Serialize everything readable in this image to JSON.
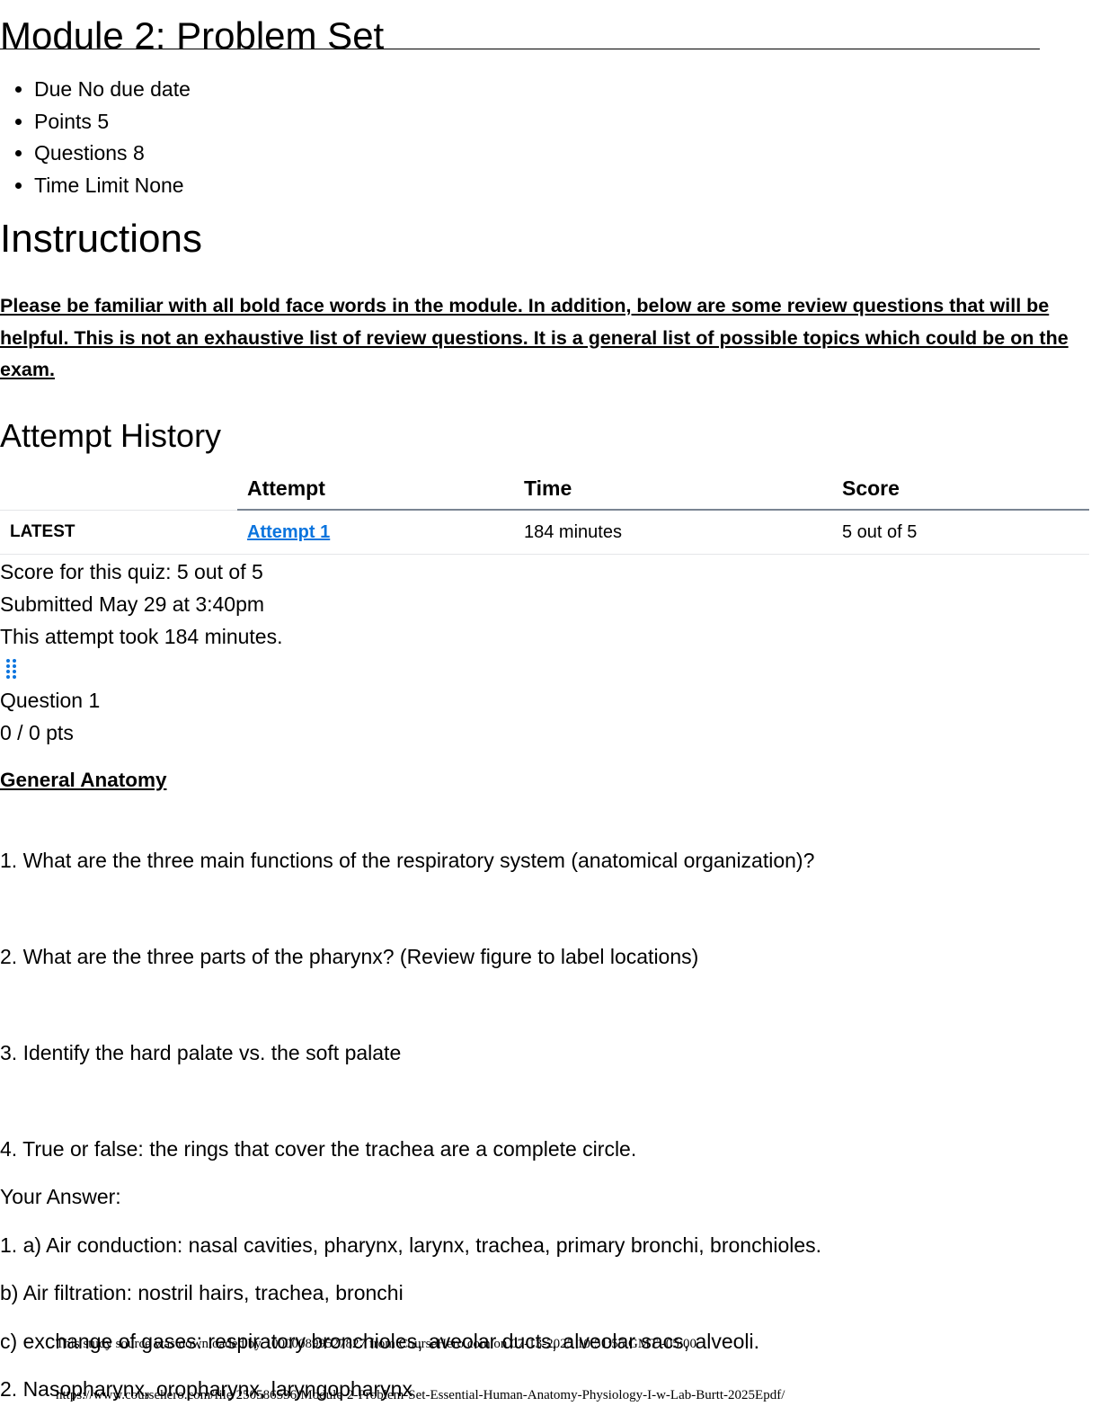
{
  "header": {
    "title": "Module 2: Problem Set"
  },
  "meta": {
    "items": [
      "Due No due date",
      "Points 5",
      "Questions 8",
      "Time Limit None"
    ]
  },
  "instructions": {
    "heading": "Instructions",
    "text": "Please be familiar with all bold face words in the module. In addition, below are some review questions that will be helpful. This is not an exhaustive list of review questions. It is a general list of possible topics which could be on the exam."
  },
  "attempt_history": {
    "heading": "Attempt History",
    "columns": [
      "",
      "Attempt",
      "Time",
      "Score"
    ],
    "rows": [
      {
        "label": "LATEST",
        "attempt": "Attempt 1",
        "time": "184 minutes",
        "score": "5 out of 5"
      }
    ]
  },
  "summary": {
    "score": "Score for this quiz: 5 out of 5",
    "submitted": "Submitted May 29 at 3:40pm",
    "duration": "This attempt took 184 minutes."
  },
  "question": {
    "title": "Question 1",
    "points": "0 / 0 pts",
    "section": "General Anatomy",
    "items": [
      "1. What are the three main functions of the respiratory system (anatomical organization)?",
      "2. What are the three parts of the pharynx? (Review figure to label locations)",
      "3. Identify the hard palate vs. the soft palate",
      "4. True or false: the rings that cover the trachea are a complete circle."
    ],
    "answer_label": "Your Answer:",
    "answers": [
      "1. a) Air conduction: nasal cavities, pharynx, larynx, trachea, primary bronchi, bronchioles.",
      "b) Air filtration: nostril hairs, trachea, bronchi",
      "c) exchange of gases: respiratory bronchioles, aveolar ducts, alveolar sacs, alveoli.",
      "2. Nasopharynx, oropharynx, laryngopharynx"
    ]
  },
  "footer": {
    "notice": "This study source was downloaded by 100000899527827 from CourseHero.com on 07-13-2025 10:51:55 GMT -05:00",
    "url": "https://www.coursehero.com/file/250586536/Module-2-Problem-Set-Essential-Human-Anatomy-Physiology-I-w-Lab-Burtt-2025Epdf/"
  },
  "colors": {
    "link": "#0b74de",
    "table_header_border": "#7a8593",
    "row_border": "#e4e6e8",
    "drag_handle": "#0b74de"
  },
  "icons": {
    "drag_handle": "drag-handle-icon"
  }
}
